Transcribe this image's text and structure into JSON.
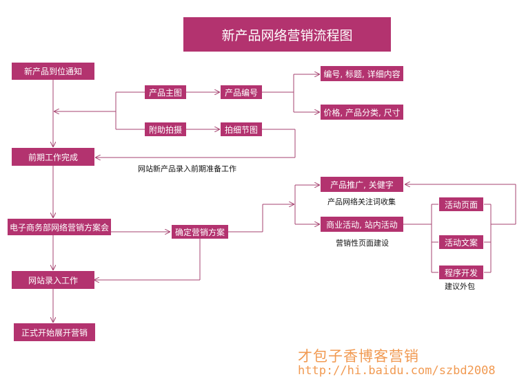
{
  "title": "新产品网络营销流程图",
  "colors": {
    "box_fill": "#b3336f",
    "line": "#a5426f",
    "watermark": "#f19a52"
  },
  "nodes": {
    "arrival_notice": "新产品到位通知",
    "main_image": "产品主图",
    "product_code": "产品编号",
    "code_title_detail": "编号, 标题, 详细内容",
    "price_category_size": "价格, 产品分类, 尺寸",
    "aux_photo": "附助拍摄",
    "detail_photo": "拍细节图",
    "prework_done": "前期工作完成",
    "ec_dept_plan": "电子商务部网络营销方案会",
    "confirm_plan": "确定营销方案",
    "promotion_keywords": "产品推广, 关健字",
    "biz_activity": "商业活动, 站内活动",
    "activity_page": "活动页面",
    "activity_copy": "活动文案",
    "program_dev": "程序开发",
    "website_entry": "网站录入工作",
    "start_marketing": "正式开始展开营销"
  },
  "labels": {
    "website_prep": "网站新产品录入前期准备工作",
    "keyword_collect": "产品网络关注词收集",
    "marketing_page": "营销性页面建设",
    "outsourcing": "建议外包"
  },
  "watermark": {
    "brand": "才包子香博客营销",
    "url": "http://hi.baidu.com/szbd2008"
  }
}
